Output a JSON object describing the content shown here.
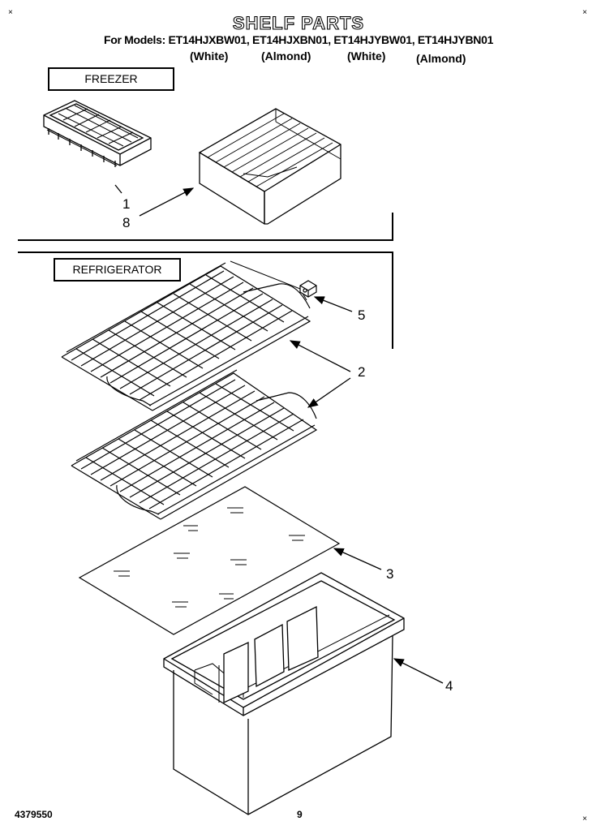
{
  "header": {
    "title": "SHELF PARTS",
    "models": "For Models: ET14HJXBW01, ET14HJXBN01, ET14HJYBW01, ET14HJYBN01",
    "colors": [
      "(White)",
      "(Almond)",
      "(White)",
      "(Almond)"
    ]
  },
  "sections": {
    "freezer": "FREEZER",
    "refrigerator": "REFRIGERATOR"
  },
  "callouts": {
    "c1": "1",
    "c8": "8",
    "c5": "5",
    "c2": "2",
    "c3": "3",
    "c4": "4"
  },
  "footer": {
    "part_number": "4379550",
    "page_number": "9"
  },
  "corner_marks": {
    "top_left": "×",
    "top_right": "×",
    "bottom_right": "×"
  }
}
